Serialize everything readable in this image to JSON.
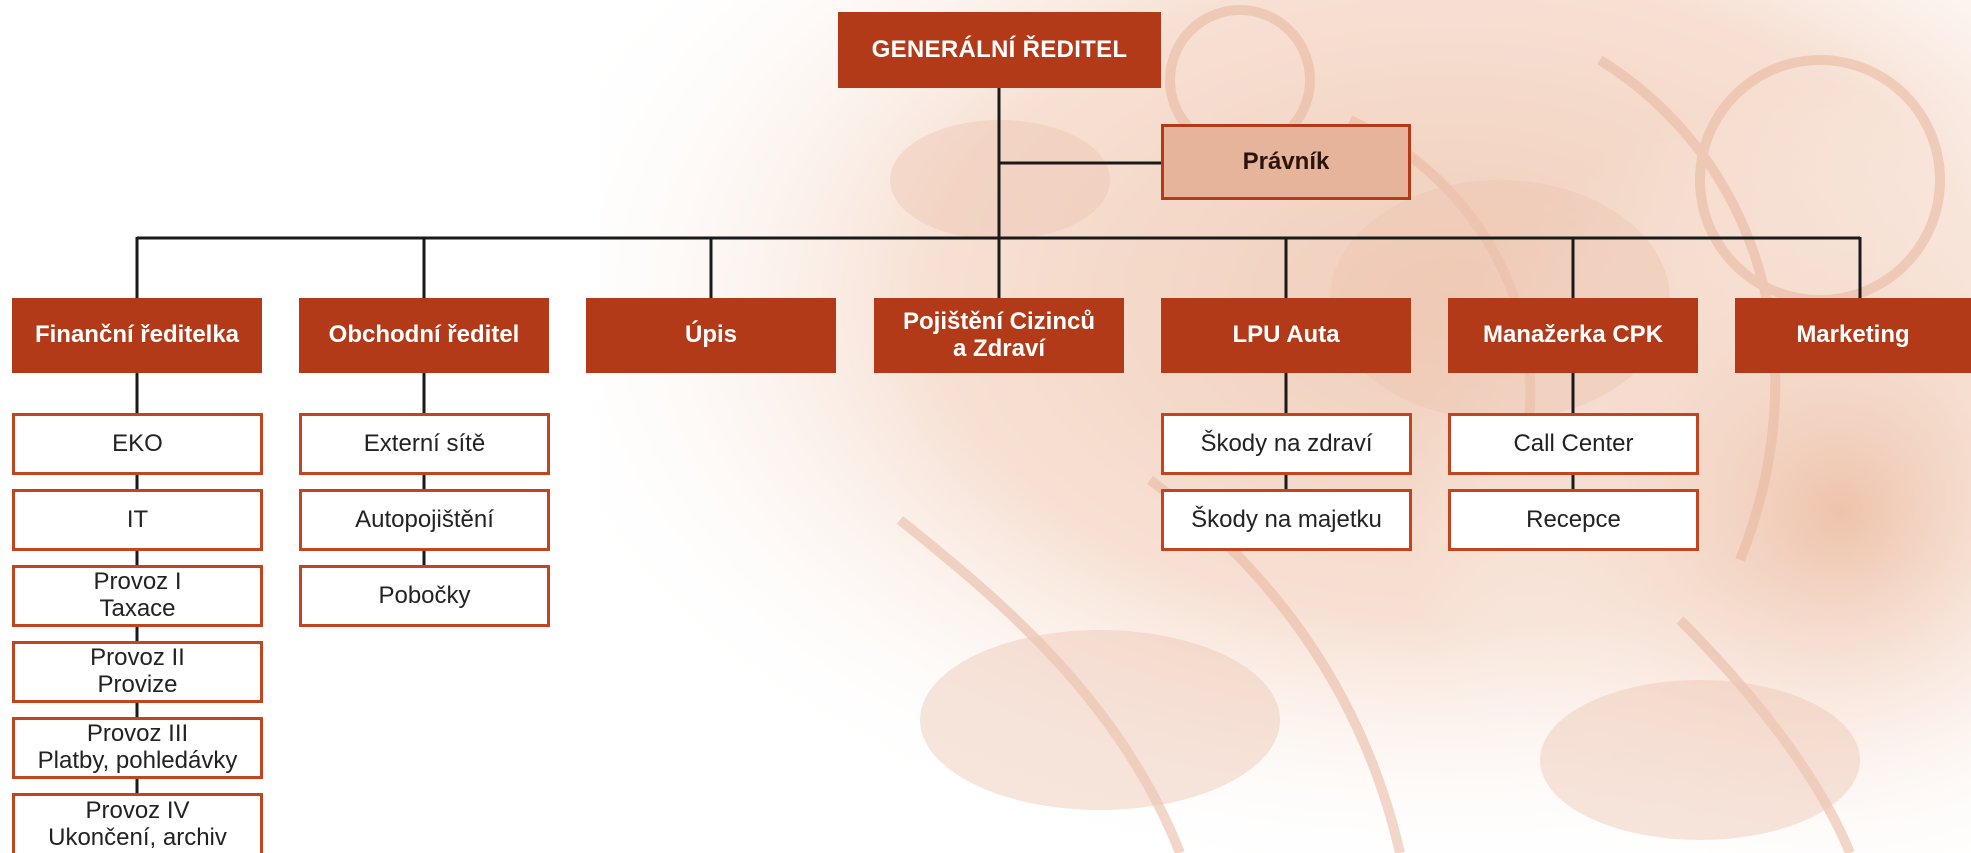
{
  "background": {
    "tone": "#f3d6c6",
    "accent": "#b23a18"
  },
  "top": {
    "label": "GENERÁLNÍ ŘEDITEL"
  },
  "legal": {
    "label": "Právník"
  },
  "departments": [
    {
      "label": "Finanční ředitelka",
      "subs": [
        [
          "EKO"
        ],
        [
          "IT"
        ],
        [
          "Provoz I",
          "Taxace"
        ],
        [
          "Provoz II",
          "Provize"
        ],
        [
          "Provoz III",
          "Platby, pohledávky"
        ],
        [
          "Provoz IV",
          "Ukončení, archiv"
        ]
      ]
    },
    {
      "label": "Obchodní ředitel",
      "subs": [
        [
          "Externí sítě"
        ],
        [
          "Autopojištění"
        ],
        [
          "Pobočky"
        ]
      ]
    },
    {
      "label": "Úpis",
      "subs": []
    },
    {
      "label_lines": [
        "Pojištění Cizinců",
        "a Zdraví"
      ],
      "subs": []
    },
    {
      "label": "LPU Auta",
      "subs": [
        [
          "Škody na zdraví"
        ],
        [
          "Škody na majetku"
        ]
      ]
    },
    {
      "label": "Manažerka CPK",
      "subs": [
        [
          "Call Center"
        ],
        [
          "Recepce"
        ]
      ]
    },
    {
      "label": "Marketing",
      "subs": []
    }
  ]
}
